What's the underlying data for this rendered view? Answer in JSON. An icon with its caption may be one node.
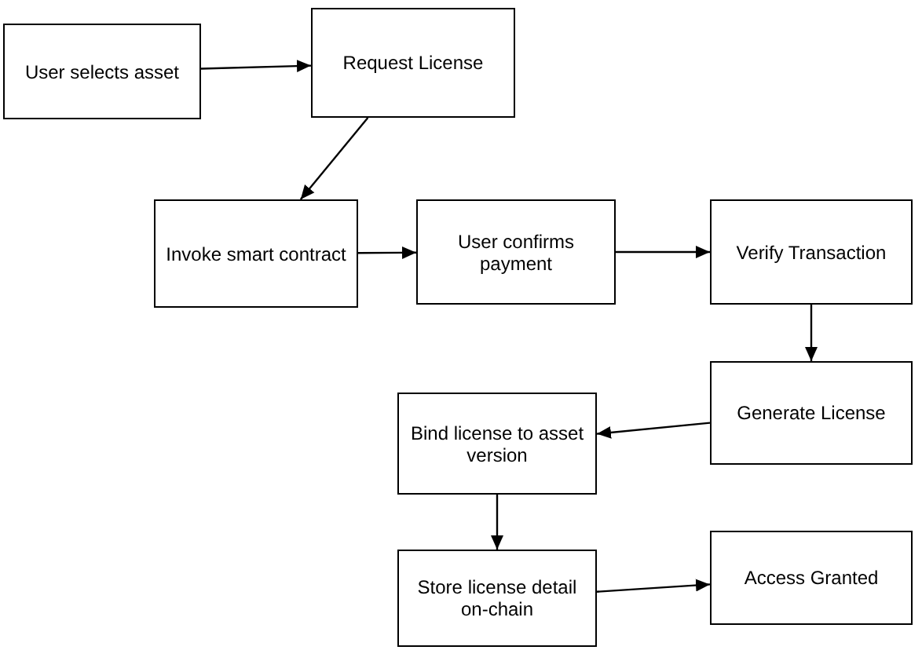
{
  "diagram": {
    "nodes": [
      {
        "text": [
          "User selects asset"
        ]
      },
      {
        "text": [
          "Request License"
        ]
      },
      {
        "text": [
          "Invoke smart contract"
        ]
      },
      {
        "text": [
          "User confirms payment"
        ]
      },
      {
        "text": [
          "Verify Transaction"
        ]
      },
      {
        "text": [
          "Generate License"
        ]
      },
      {
        "text": [
          "Bind license to asset version"
        ]
      },
      {
        "text": [
          "Store license detail on-chain"
        ]
      },
      {
        "text": [
          "Access Granted"
        ]
      }
    ],
    "edges": [
      {
        "from": 0,
        "to": 1,
        "arrow": "to"
      },
      {
        "from": 1,
        "to": 2,
        "arrow": "to"
      },
      {
        "from": 2,
        "to": 3,
        "arrow": "to"
      },
      {
        "from": 3,
        "to": 4,
        "arrow": "to"
      },
      {
        "from": 4,
        "to": 5,
        "arrow": "to"
      },
      {
        "from": 5,
        "to": 6,
        "arrow": "to"
      },
      {
        "from": 6,
        "to": 7,
        "arrow": "to"
      },
      {
        "from": 7,
        "to": 8,
        "arrow": "to"
      }
    ]
  }
}
